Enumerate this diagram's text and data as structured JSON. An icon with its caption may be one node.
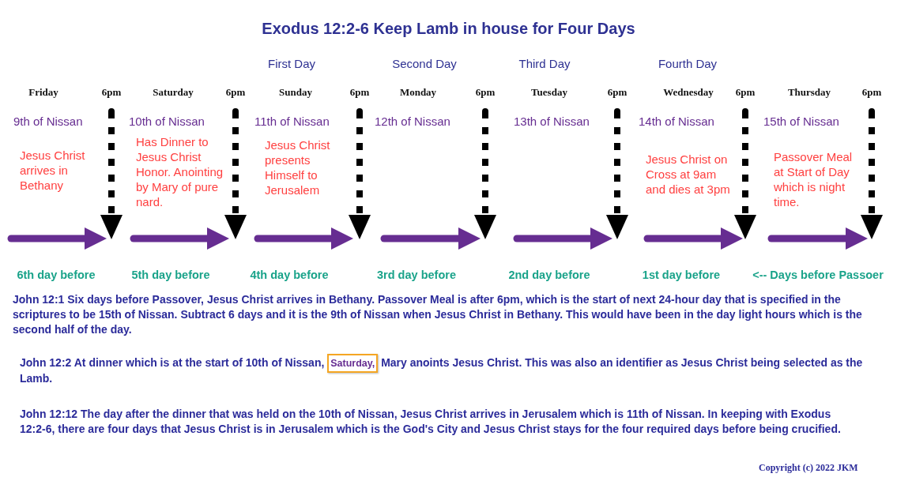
{
  "diagram": {
    "title": "Exodus 12:2-6 Keep Lamb in house for Four Days",
    "nodes": [
      {
        "text": [
          "Saturday,"
        ]
      }
    ],
    "labels": [
      "First Day",
      "Second Day",
      "Third Day",
      "Fourth Day",
      "Friday",
      "6pm",
      "Saturday",
      "6pm",
      "Sunday",
      "6pm",
      "Monday",
      "6pm",
      "Tuesday",
      "6pm",
      "Wednesday",
      "6pm",
      "Thursday",
      "6pm",
      "9th of Nissan",
      "10th of Nissan",
      "11th of Nissan",
      "12th of Nissan",
      "13th of Nissan",
      "14th of Nissan",
      "15th of Nissan",
      "Jesus Christ arrives in Bethany",
      "Has Dinner to Jesus Christ Honor. Anointing by Mary of pure nard.",
      "Jesus Christ presents Himself to Jerusalem",
      "Jesus Christ on Cross at 9am and dies at 3pm",
      "Passover Meal at Start of Day which is night time.",
      "6th day before",
      "5th day before",
      "4th day before",
      "3rd day before",
      "2nd day before",
      "1st day before",
      "<-- Days before Passoer",
      "John 12:1  Six days before Passover, Jesus Christ arrives in Bethany.   Passover Meal is after 6pm, which is the start of next 24-hour day that is specified in the scriptures to be 15th of Nissan.  Subtract 6 days and it is the 9th of Nissan when Jesus Christ in Bethany.  This would have been in the day light hours which is the second half of the day.",
      "John 12:2   At dinner which is at the start of 10th of Nissan,",
      "Mary anoints Jesus Christ.   This was also an identifier as Jesus Christ being selected as the Lamb.",
      "John 12:12  The day after the dinner that was held on the 10th of Nissan, Jesus Christ arrives in Jerusalem which is 11th of Nissan.  In keeping with Exodus 12:2-6, there are four days that Jesus Christ is in Jerusalem which is the God's City and Jesus Christ stays for the four required days before being crucified.",
      "Copyright (c) 2022 JKM"
    ]
  }
}
